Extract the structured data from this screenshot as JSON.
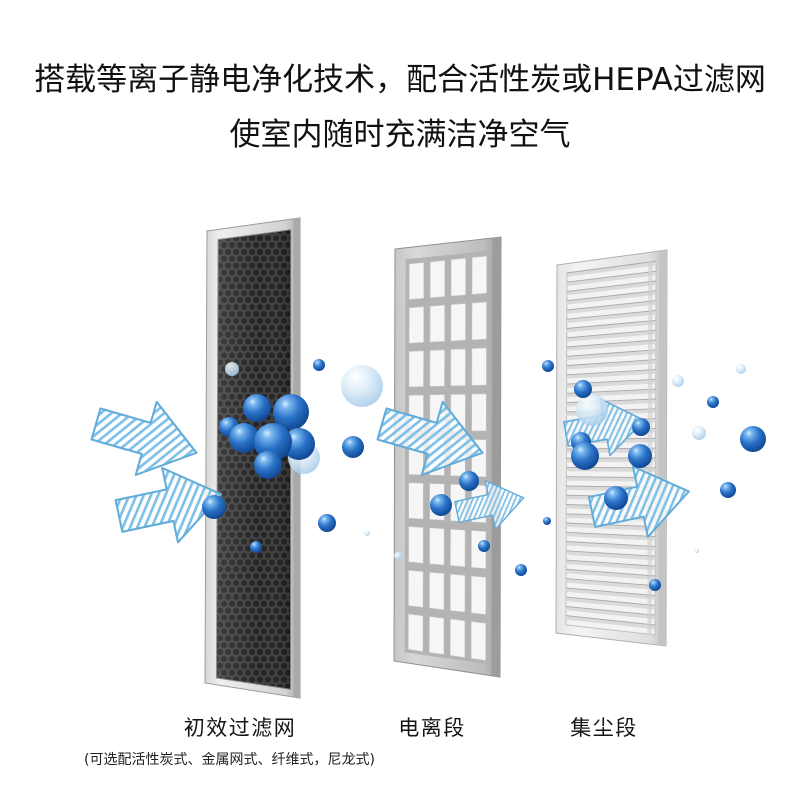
{
  "headline": {
    "line1": "搭载等离子静电净化技术，配合活性炭或HEPA过滤网",
    "line2": "使室内随时充满洁净空气"
  },
  "filters": [
    {
      "label": "初效过滤网"
    },
    {
      "label": "电离段"
    },
    {
      "label": "集尘段"
    }
  ],
  "prefilter_note": "(可选配活性炭式、金属网式、纤维式，尼龙式)",
  "colors": {
    "background": "#ffffff",
    "text": "#111111",
    "molecule_blue": "#2a72c8",
    "arrow_blue": "#63acd9",
    "mesh_dark": "#3c3c3c",
    "frame_gray": "#c9c9c9"
  }
}
